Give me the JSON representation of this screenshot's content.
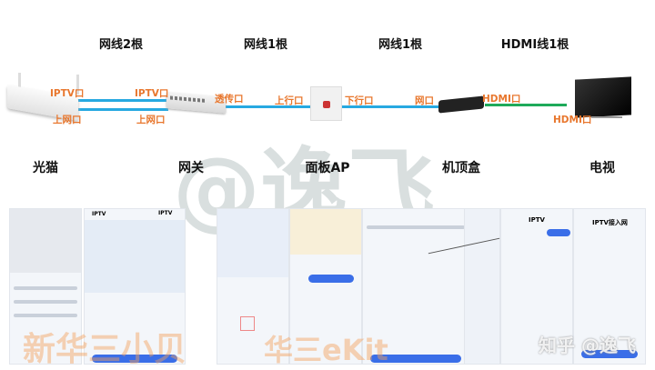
{
  "cables": [
    {
      "label": "网线2根"
    },
    {
      "label": "网线1根"
    },
    {
      "label": "网线1根"
    },
    {
      "label": "HDMI线1根"
    }
  ],
  "devices": [
    {
      "label": "光猫",
      "icon": "optical-modem-icon"
    },
    {
      "label": "网关",
      "icon": "gateway-switch-icon"
    },
    {
      "label": "面板AP",
      "icon": "panel-ap-icon"
    },
    {
      "label": "机顶盒",
      "icon": "set-top-box-icon"
    },
    {
      "label": "电视",
      "icon": "tv-icon"
    }
  ],
  "ports": {
    "modem_iptv": "IPTV口",
    "modem_internet": "上网口",
    "gateway_iptv": "IPTV口",
    "gateway_internet": "上网口",
    "gateway_passthrough": "透传口",
    "ap_uplink": "上行口",
    "ap_downlink": "下行口",
    "stb_lan": "网口",
    "stb_hdmi": "HDMI口",
    "tv_hdmi": "HDMI口"
  },
  "colors": {
    "ethernet": "#27a9e1",
    "hdmi": "#1eaa5a",
    "port_label": "#e8772e"
  },
  "screenshots": {
    "titles": [
      "IPTV",
      "IPTV",
      "IPTV",
      "IPTV接入网"
    ]
  },
  "watermarks": {
    "center": "@逸飞",
    "bottom_left": "新华三小贝",
    "bottom_mid": "华三eKit",
    "bottom_right": "知乎 @逸飞"
  }
}
